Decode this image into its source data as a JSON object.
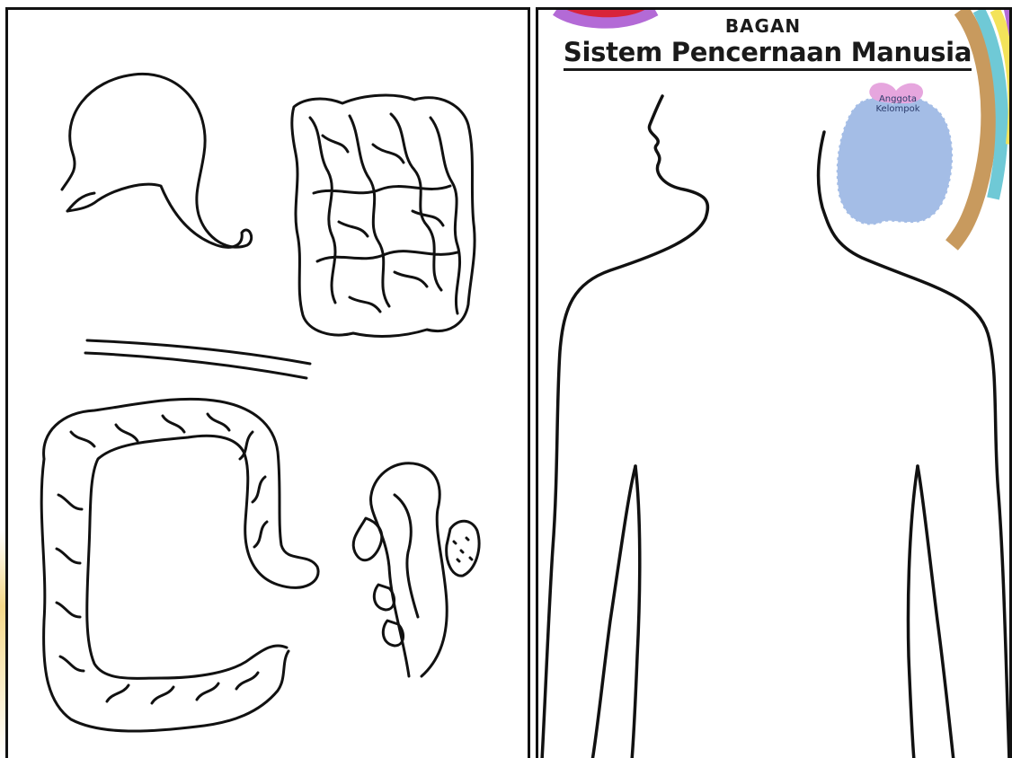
{
  "right_panel": {
    "title_small": "BAGAN",
    "title_main": "Sistem Pencernaan Manusia",
    "note": {
      "line1": "Anggota",
      "line2": "Kelompok"
    }
  },
  "left_panel": {
    "organs": [
      "stomach-icon",
      "small-intestine-icon",
      "esophagus-icon",
      "large-intestine-icon",
      "liver-pancreas-icon"
    ]
  },
  "colors": {
    "outline": "#111111",
    "note_bubble": "#a4bde6",
    "note_bow": "#e6a6de",
    "arc_red": "#d8243a",
    "arc_purple": "#b36ad6",
    "arc_yellow": "#f3e35a",
    "arc_teal": "#6fc9d6",
    "arc_tan": "#c89a5e"
  }
}
